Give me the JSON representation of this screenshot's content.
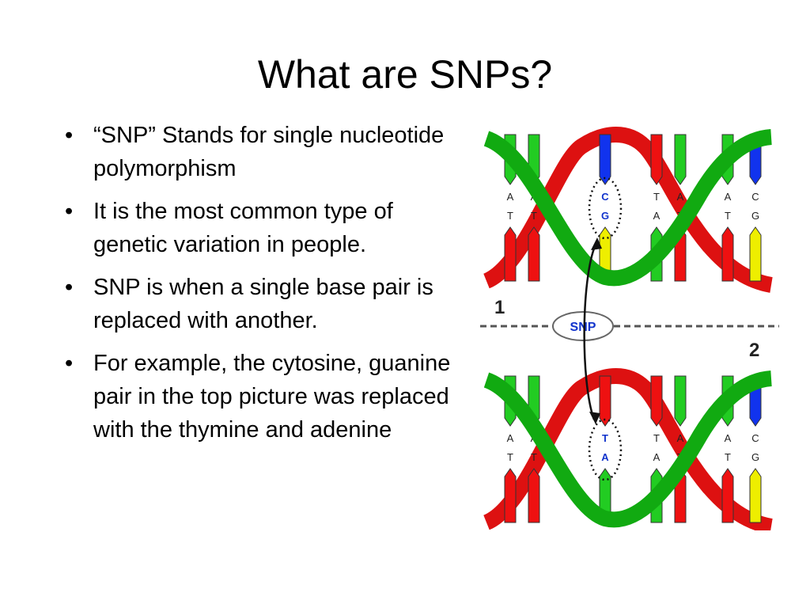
{
  "slide": {
    "title": "What are SNPs?",
    "bullets": [
      "“SNP” Stands for single nucleotide polymorphism",
      "It is the most common type of genetic variation in people.",
      " SNP is when a single base pair is replaced with another.",
      " For example, the cytosine, guanine pair in the top picture was replaced with the thymine and adenine"
    ]
  },
  "figure": {
    "snp_label": "SNP",
    "strand1_label": "1",
    "strand2_label": "2",
    "top_pairs": [
      {
        "top": "A",
        "bottom": "T"
      },
      {
        "top": "A",
        "bottom": "T"
      },
      {
        "top": "C",
        "bottom": "G"
      },
      {
        "top": "T",
        "bottom": "A"
      },
      {
        "top": "A",
        "bottom": "T"
      },
      {
        "top": "A",
        "bottom": "T"
      },
      {
        "top": "C",
        "bottom": "G"
      }
    ],
    "bottom_pairs": [
      {
        "top": "A",
        "bottom": "T"
      },
      {
        "top": "A",
        "bottom": "T"
      },
      {
        "top": "T",
        "bottom": "A"
      },
      {
        "top": "T",
        "bottom": "A"
      },
      {
        "top": "A",
        "bottom": "T"
      },
      {
        "top": "A",
        "bottom": "T"
      },
      {
        "top": "C",
        "bottom": "G"
      }
    ],
    "colors": {
      "A": "#22cc22",
      "T": "#ee1111",
      "C": "#1133ee",
      "G": "#eeee00",
      "strand_red": "#dd1111",
      "strand_green": "#11aa11",
      "snp_letters": "#1133cc"
    }
  }
}
